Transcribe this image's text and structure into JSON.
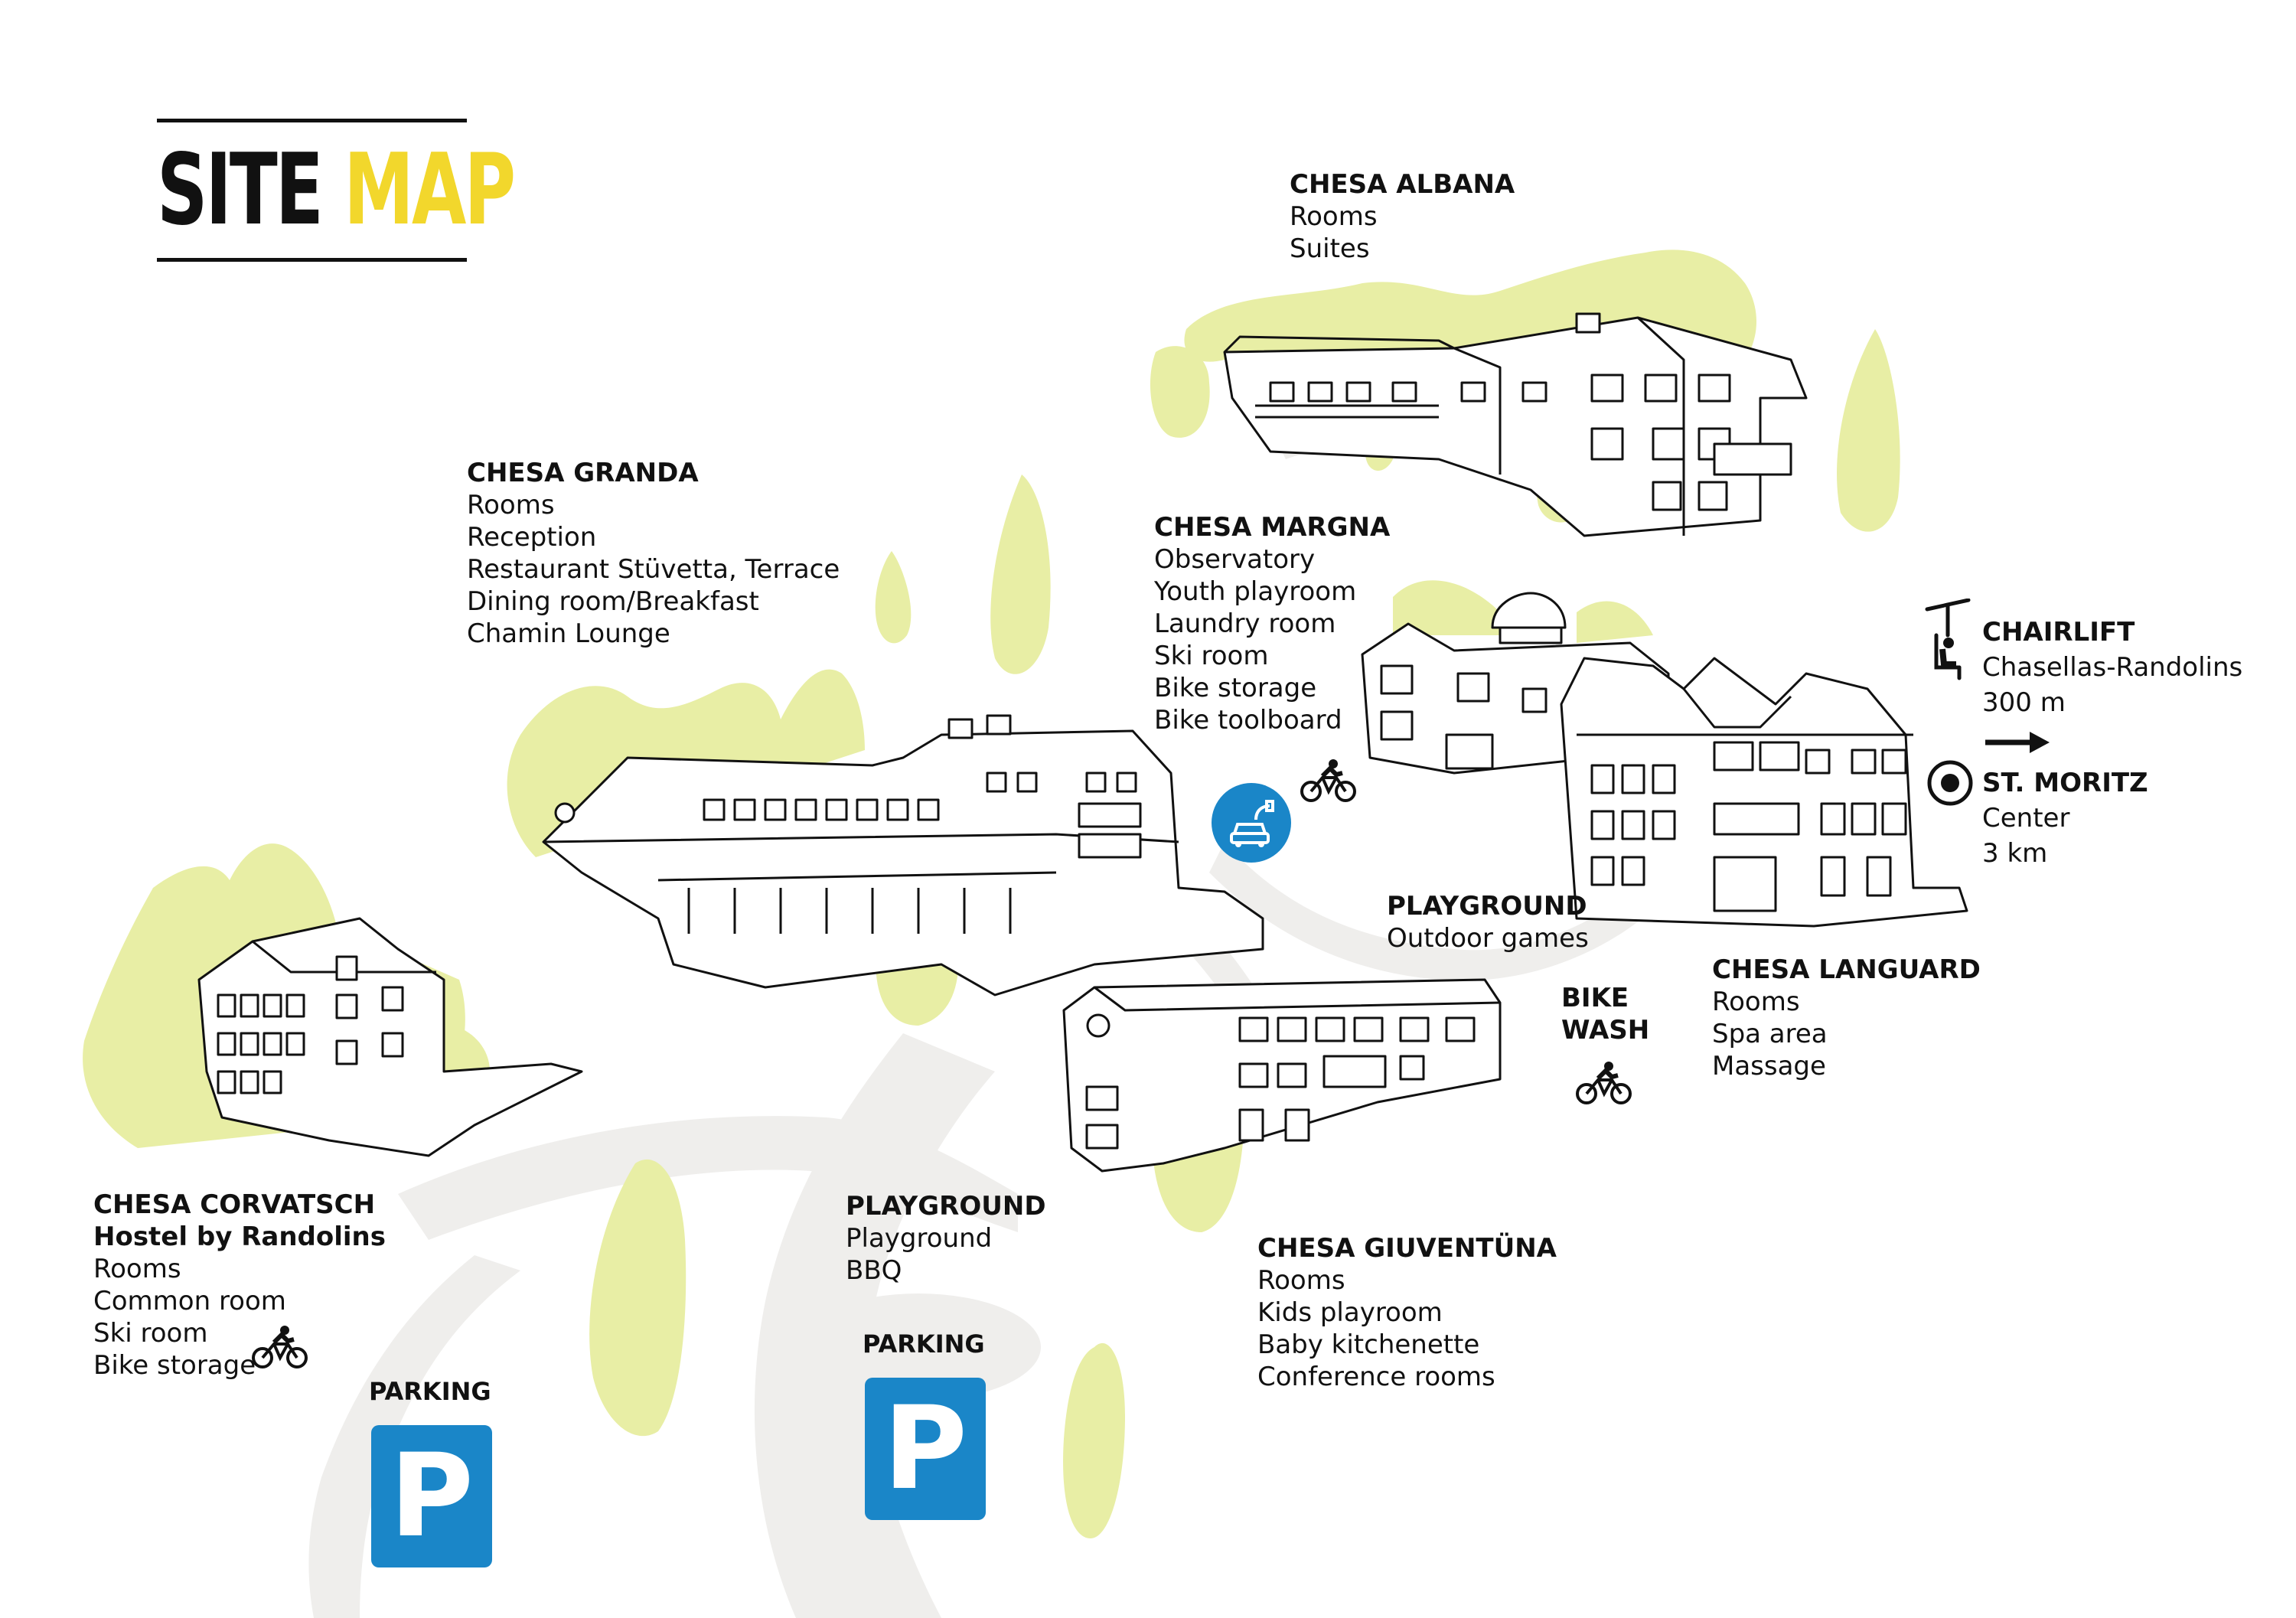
{
  "title": {
    "word1": "SITE",
    "word2": "MAP"
  },
  "colors": {
    "accent_yellow": "#f2d72c",
    "tree_yellow": "#e8eea5",
    "path_gray": "#efeeec",
    "parking_blue": "#1a86c8",
    "ink": "#111111"
  },
  "buildings": {
    "albana": {
      "name": "CHESA ALBANA",
      "lines": [
        "Rooms",
        "Suites"
      ]
    },
    "granda": {
      "name": "CHESA GRANDA",
      "lines": [
        "Rooms",
        "Reception",
        "Restaurant Stüvetta, Terrace",
        "Dining room/Breakfast",
        "Chamin Lounge"
      ]
    },
    "margna": {
      "name": "CHESA MARGNA",
      "lines": [
        "Observatory",
        "Youth playroom",
        "Laundry room",
        "Ski room",
        "Bike storage",
        "Bike toolboard"
      ]
    },
    "corvatsch": {
      "name": "CHESA CORVATSCH",
      "subtitle": "Hostel by Randolins",
      "lines": [
        "Rooms",
        "Common room",
        "Ski room",
        "Bike storage"
      ]
    },
    "giuventuna": {
      "name": "CHESA GIUVENTÜNA",
      "lines": [
        "Rooms",
        "Kids playroom",
        "Baby kitchenette",
        "Conference rooms"
      ]
    },
    "languard": {
      "name": "CHESA LANGUARD",
      "lines": [
        "Rooms",
        "Spa area",
        "Massage"
      ]
    }
  },
  "amenities": {
    "playground_outdoor": {
      "name": "PLAYGROUND",
      "lines": [
        "Outdoor games"
      ]
    },
    "playground_bbq": {
      "name": "PLAYGROUND",
      "lines": [
        "Playground",
        "BBQ"
      ]
    },
    "bike_wash": {
      "name_line1": "BIKE",
      "name_line2": "WASH"
    },
    "parking_left": {
      "label": "PARKING",
      "sign": "P"
    },
    "parking_center": {
      "label": "PARKING",
      "sign": "P"
    }
  },
  "directions": {
    "chairlift": {
      "name": "CHAIRLIFT",
      "lines": [
        "Chasellas-Randolins",
        "300 m"
      ]
    },
    "st_moritz": {
      "name": "ST. MORITZ",
      "lines": [
        "Center",
        "3 km"
      ]
    }
  },
  "icons": [
    "bike-icon",
    "ev-charging-icon",
    "chairlift-icon",
    "arrow-right-icon",
    "target-icon",
    "parking-icon"
  ]
}
